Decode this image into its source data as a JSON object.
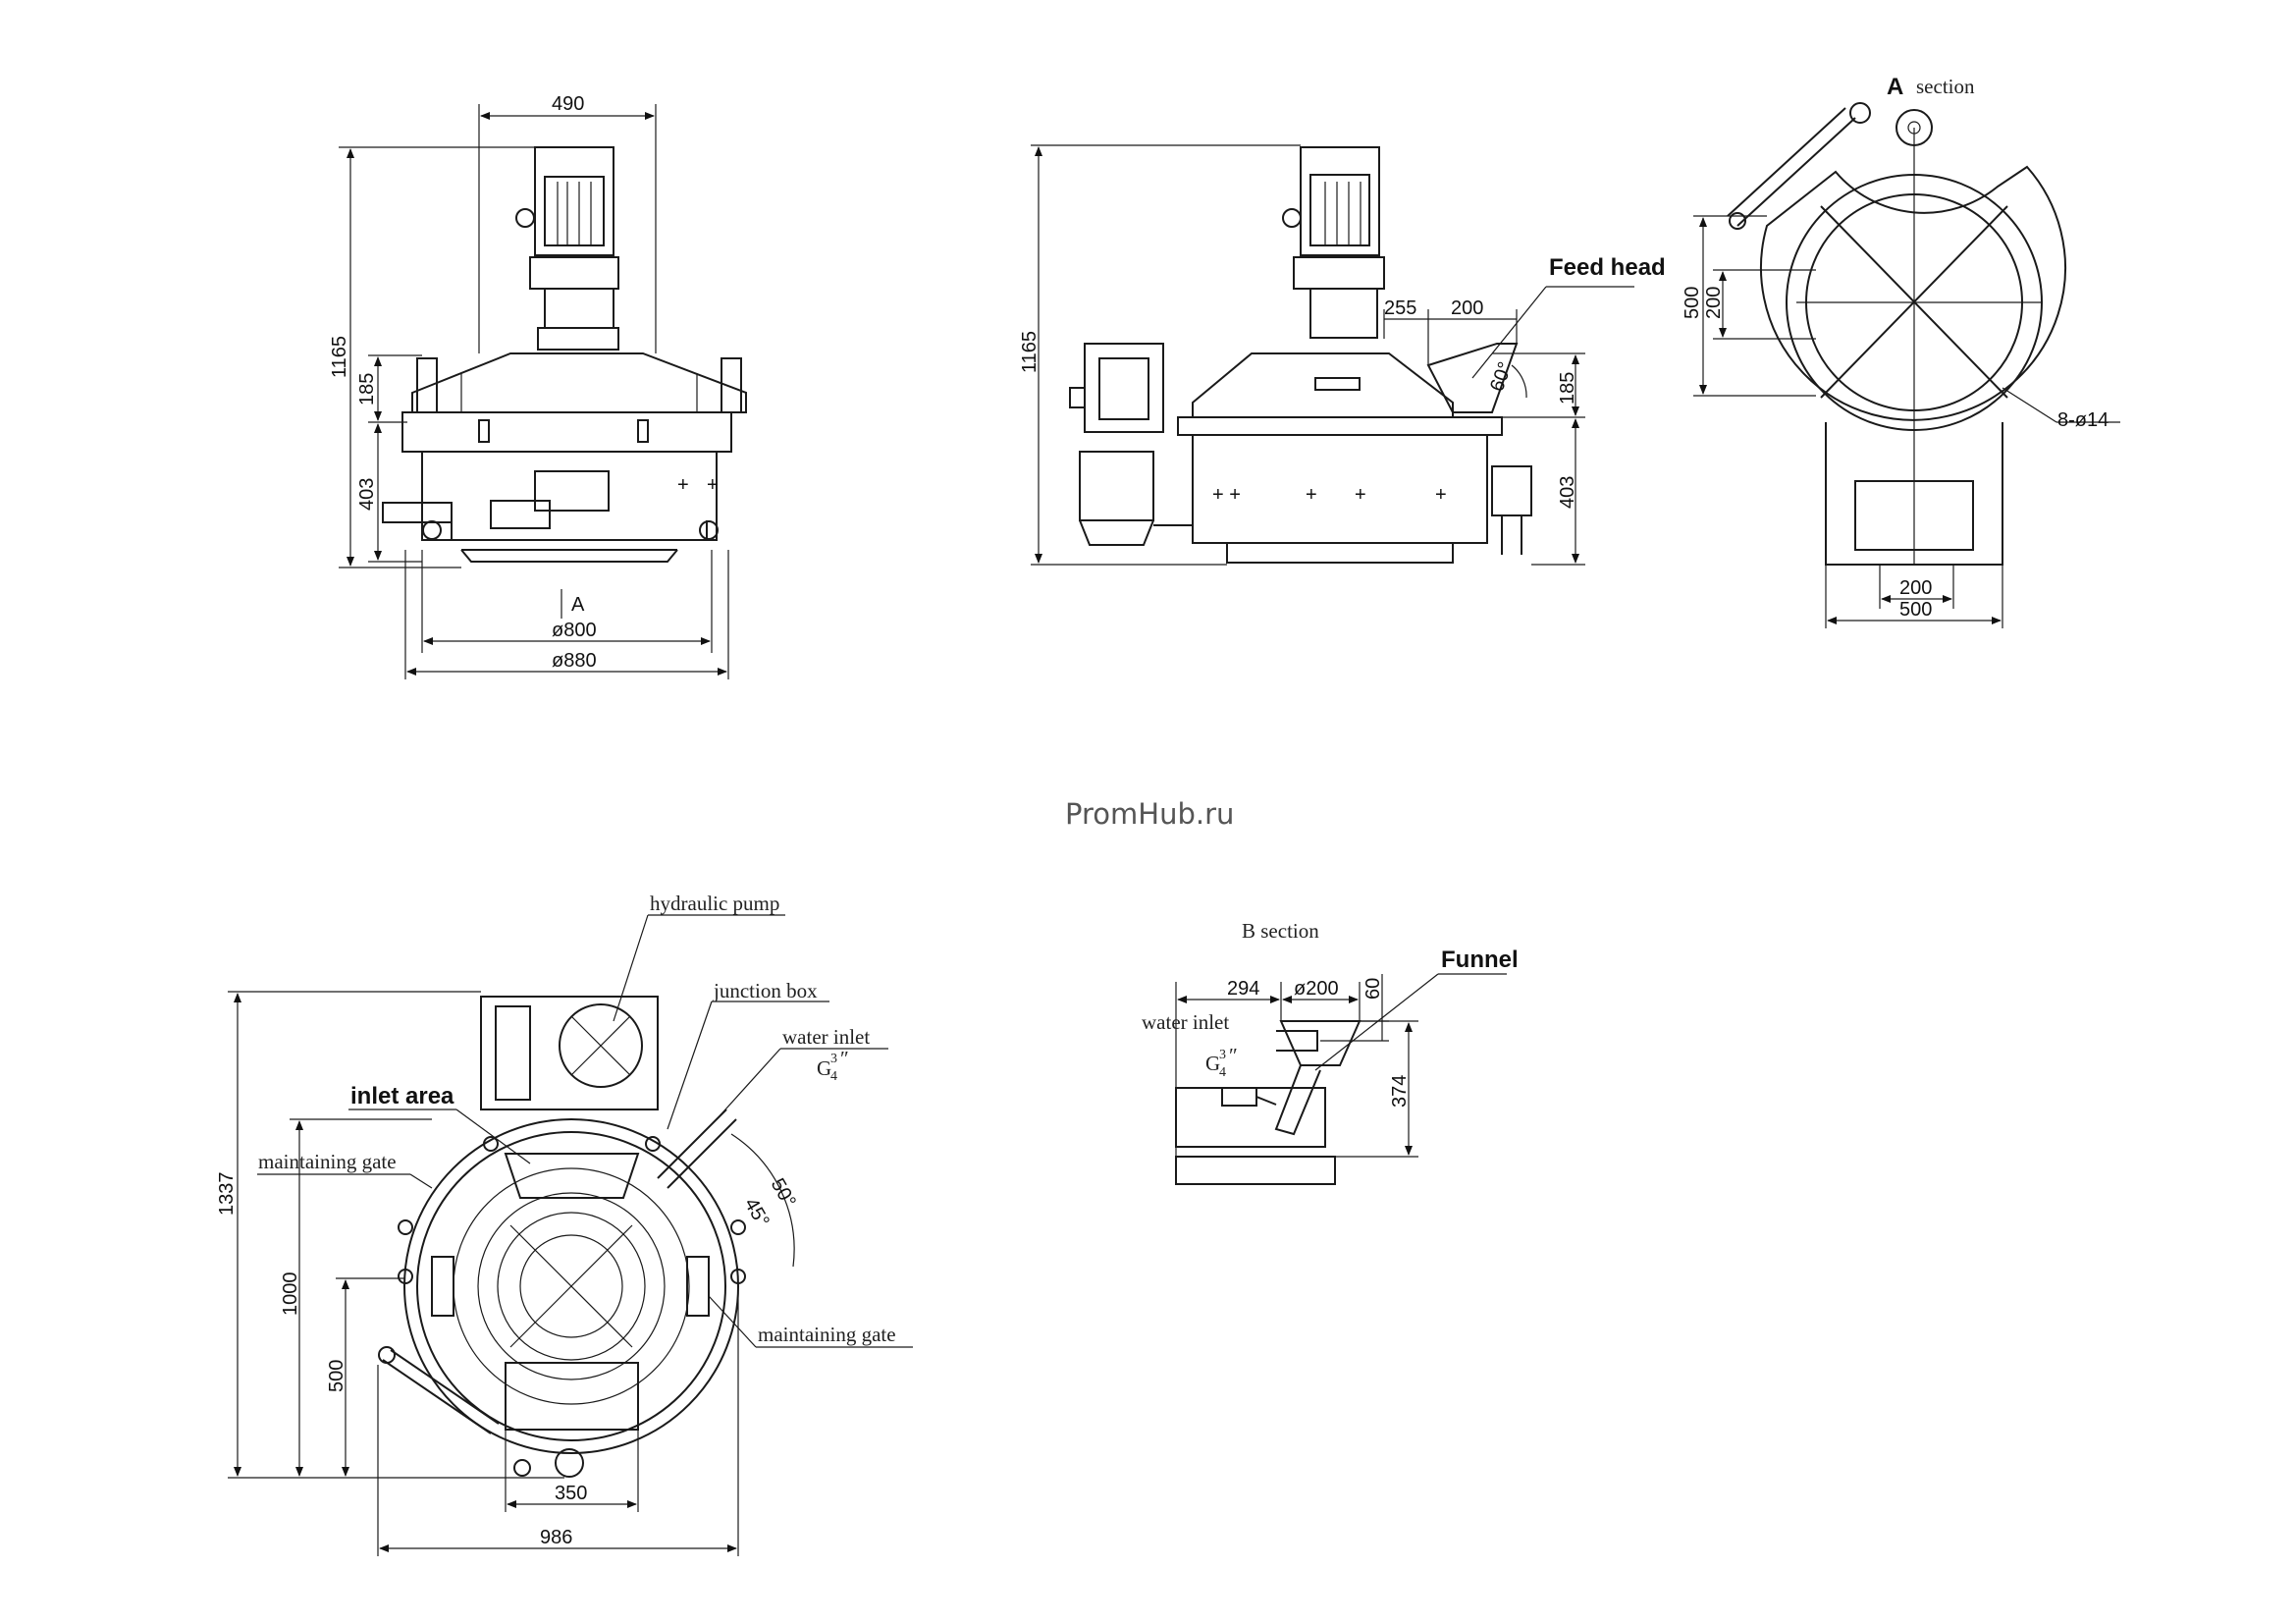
{
  "watermark": "PromHub.ru",
  "front_view": {
    "dim_top": "490",
    "dim_total_height": "1165",
    "dim_upper": "185",
    "dim_lower": "403",
    "section_marker": "A",
    "dia_inner": "ø800",
    "dia_outer": "ø880"
  },
  "side_view": {
    "dim_total_height": "1165",
    "dim_upper": "185",
    "dim_lower": "403",
    "dim_offset": "255",
    "dim_width": "200",
    "angle": "60°",
    "feed_head_label": "Feed head"
  },
  "a_section": {
    "marker": "A",
    "title": "section",
    "dim_500_vertical": "500",
    "dim_200_vertical": "200",
    "holes": "8-ø14",
    "dim_200_bottom": "200",
    "dim_500_bottom": "500"
  },
  "top_view": {
    "hydraulic_pump": "hydraulic pump",
    "junction_box": "junction box",
    "water_inlet": "water inlet",
    "water_inlet_thread": "G",
    "thread_fraction_num": "3",
    "thread_fraction_den": "4",
    "thread_quote": "″",
    "inlet_area": "inlet area",
    "maintaining_gate_left": "maintaining gate",
    "maintaining_gate_right": "maintaining gate",
    "angle_50": "50°",
    "angle_45": "45°",
    "dim_1337": "1337",
    "dim_1000": "1000",
    "dim_500": "500",
    "dim_350": "350",
    "dim_986": "986"
  },
  "b_section": {
    "title": "B section",
    "funnel": "Funnel",
    "dim_294": "294",
    "dim_dia200": "ø200",
    "dim_60": "60",
    "water_inlet": "water inlet",
    "thread": "G",
    "thread_fraction_num": "3",
    "thread_fraction_den": "4",
    "thread_quote": "″",
    "dim_374": "374"
  }
}
